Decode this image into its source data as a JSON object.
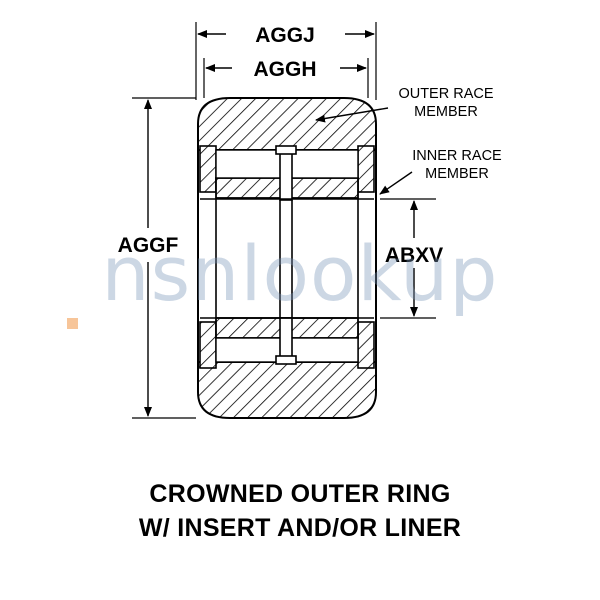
{
  "labels": {
    "aggj": "AGGJ",
    "aggh": "AGGH",
    "aggf": "AGGF",
    "abxv": "ABXV",
    "outer_race_line1": "OUTER RACE",
    "outer_race_line2": "MEMBER",
    "inner_race_line1": "INNER RACE",
    "inner_race_line2": "MEMBER"
  },
  "caption": {
    "line1": "CROWNED OUTER RING",
    "line2": "W/  INSERT AND/OR LINER"
  },
  "watermark": "nsnlookup"
}
